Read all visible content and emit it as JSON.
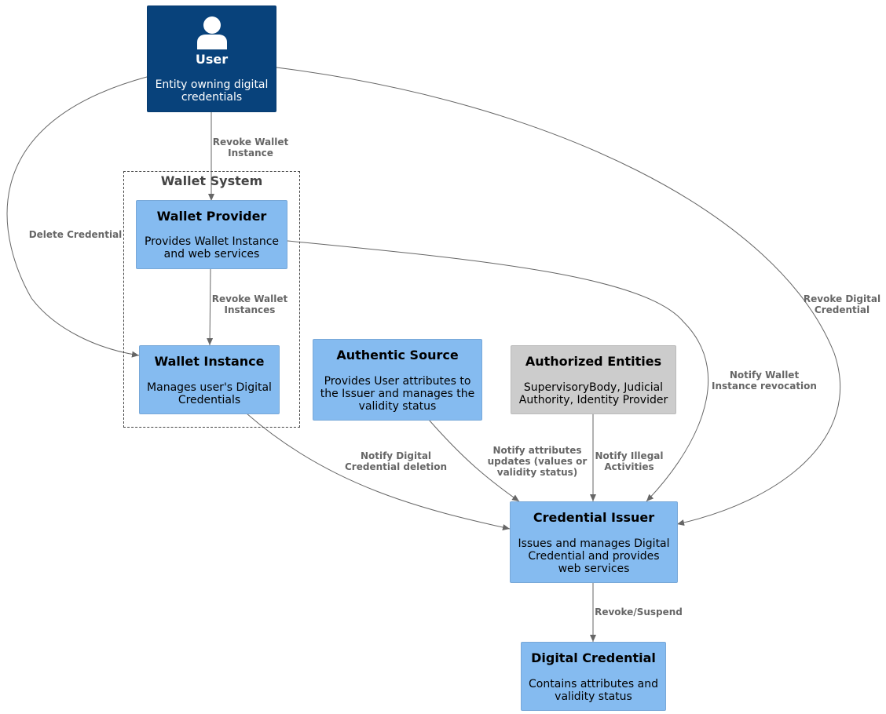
{
  "boundary": {
    "label": "Wallet System"
  },
  "nodes": {
    "user": {
      "title": "User",
      "desc": [
        "Entity owning digital",
        "credentials"
      ]
    },
    "wallet_provider": {
      "title": "Wallet Provider",
      "desc": [
        "Provides Wallet Instance",
        "and web services"
      ]
    },
    "wallet_instance": {
      "title": "Wallet Instance",
      "desc": [
        "Manages user's Digital",
        "Credentials"
      ]
    },
    "authentic_source": {
      "title": "Authentic Source",
      "desc": [
        "Provides User attributes to",
        "the Issuer and manages the",
        "validity status"
      ]
    },
    "authorized_entities": {
      "title": "Authorized Entities",
      "desc": [
        "SupervisoryBody, Judicial",
        "Authority, Identity Provider"
      ]
    },
    "credential_issuer": {
      "title": "Credential Issuer",
      "desc": [
        "Issues and manages Digital",
        "Credential and provides",
        "web services"
      ]
    },
    "digital_credential": {
      "title": "Digital Credential",
      "desc": [
        "Contains attributes and",
        "validity status"
      ]
    }
  },
  "edges": [
    {
      "id": "user-to-wallet-provider",
      "from": "User",
      "to": "Wallet Provider",
      "label": [
        "Revoke Wallet",
        "Instance"
      ]
    },
    {
      "id": "user-to-wallet-instance",
      "from": "User",
      "to": "Wallet Instance",
      "label": [
        "Delete Credential"
      ]
    },
    {
      "id": "user-to-credential-issuer",
      "from": "User",
      "to": "Credential Issuer",
      "label": [
        "Revoke Digital",
        "Credential"
      ]
    },
    {
      "id": "wallet-provider-to-wallet-instance",
      "from": "Wallet Provider",
      "to": "Wallet Instance",
      "label": [
        "Revoke Wallet",
        "Instances"
      ]
    },
    {
      "id": "wallet-provider-to-credential-issuer",
      "from": "Wallet Provider",
      "to": "Credential Issuer",
      "label": [
        "Notify Wallet",
        "Instance revocation"
      ]
    },
    {
      "id": "wallet-instance-to-credential-issuer",
      "from": "Wallet Instance",
      "to": "Credential Issuer",
      "label": [
        "Notify Digital",
        "Credential deletion"
      ]
    },
    {
      "id": "authentic-source-to-credential-issuer",
      "from": "Authentic Source",
      "to": "Credential Issuer",
      "label": [
        "Notify attributes",
        "updates (values or",
        "validity status)"
      ]
    },
    {
      "id": "authorized-entities-to-credential-issuer",
      "from": "Authorized Entities",
      "to": "Credential Issuer",
      "label": [
        "Notify Illegal",
        "Activities"
      ]
    },
    {
      "id": "credential-issuer-to-digital-credential",
      "from": "Credential Issuer",
      "to": "Digital Credential",
      "label": [
        "Revoke/Suspend"
      ]
    }
  ],
  "colors": {
    "container": "#85bbf0",
    "person": "#08427b",
    "external": "#cccccc",
    "edge": "#666666",
    "edge_label": "#666666",
    "boundary": "#444444"
  }
}
